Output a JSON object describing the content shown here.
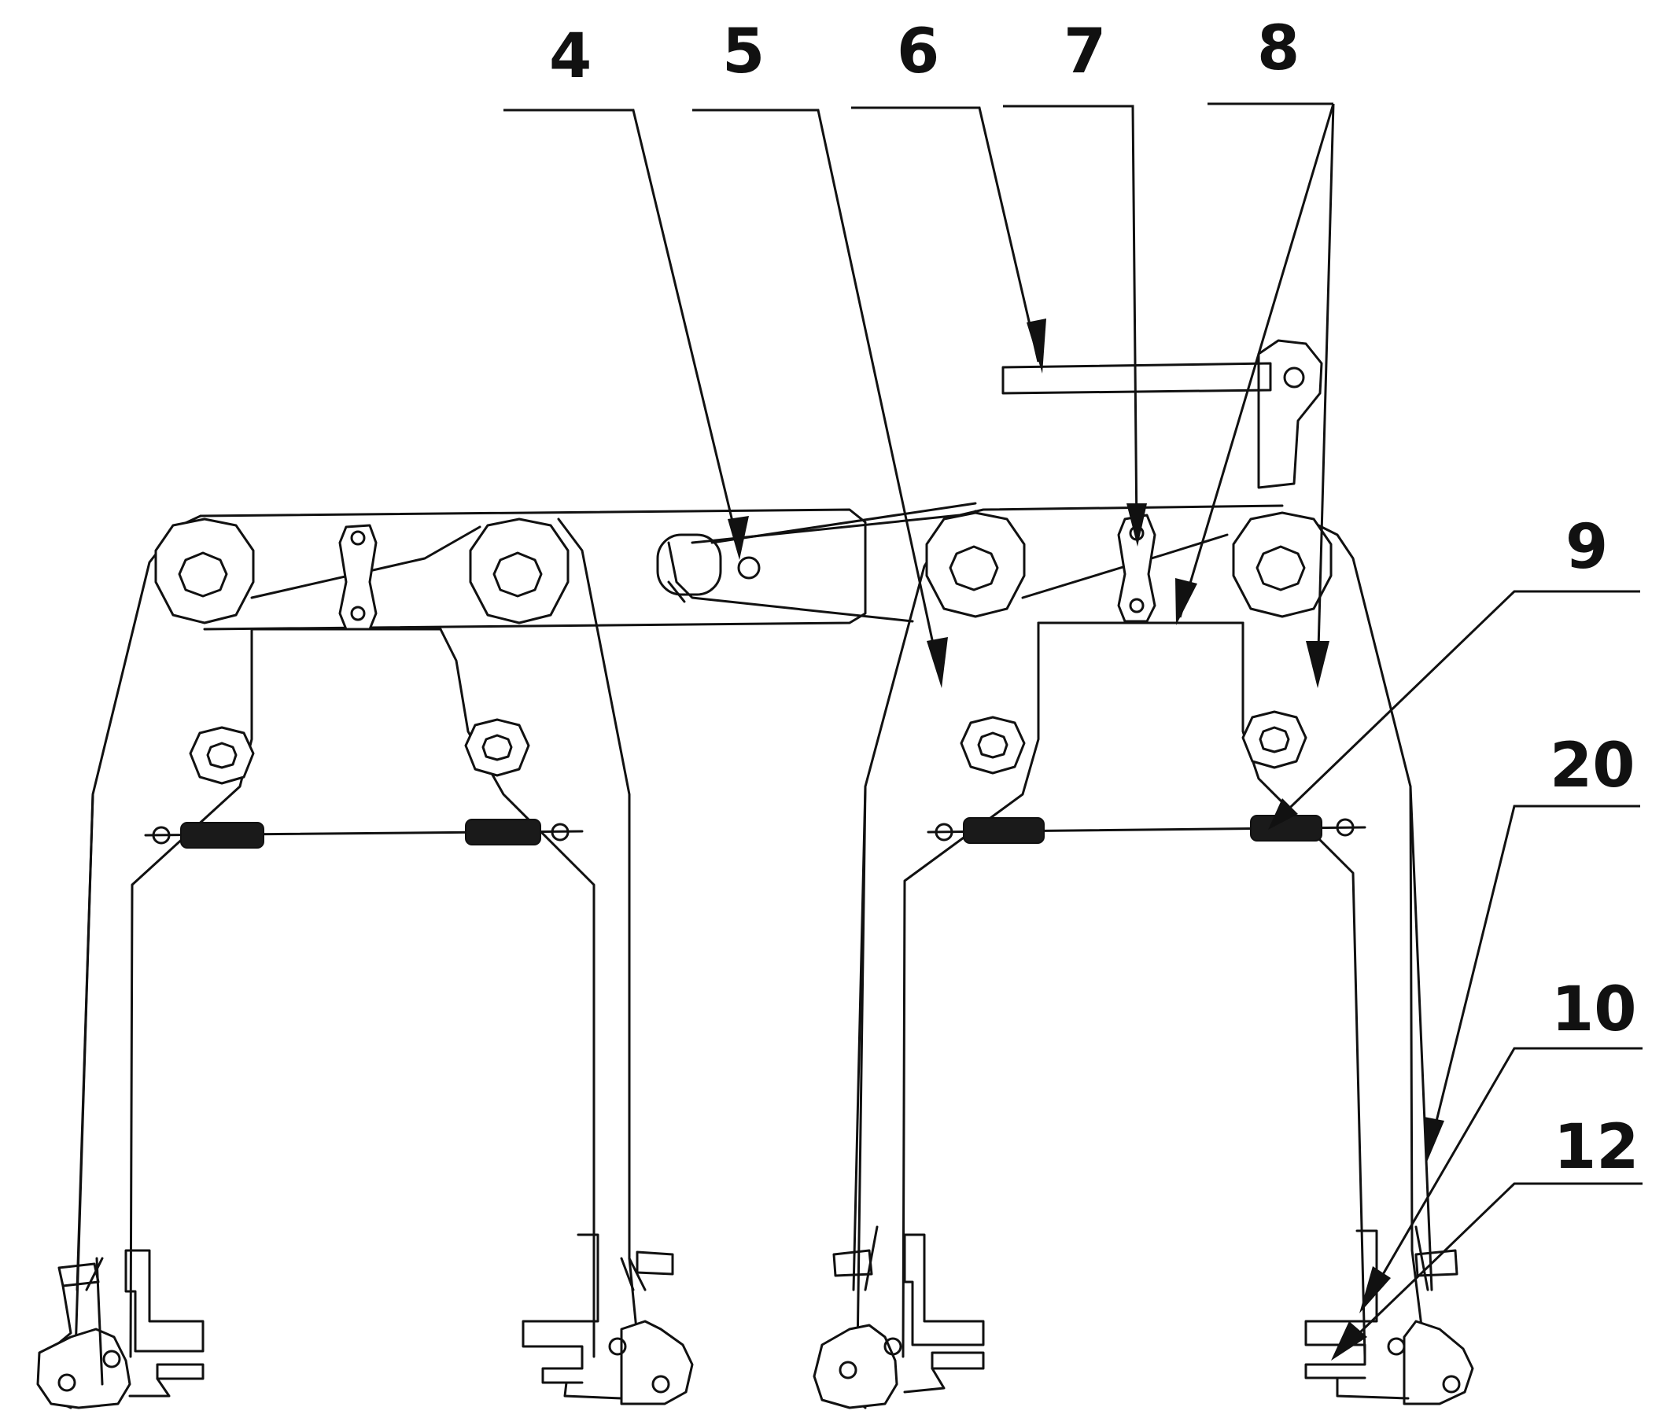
{
  "labels": {
    "n4": "4",
    "n5": "5",
    "n6": "6",
    "n7": "7",
    "n8": "8",
    "n9": "9",
    "n20": "20",
    "n10": "10",
    "n12": "12"
  },
  "colors": {
    "line": "#111111",
    "background": "#ffffff"
  }
}
